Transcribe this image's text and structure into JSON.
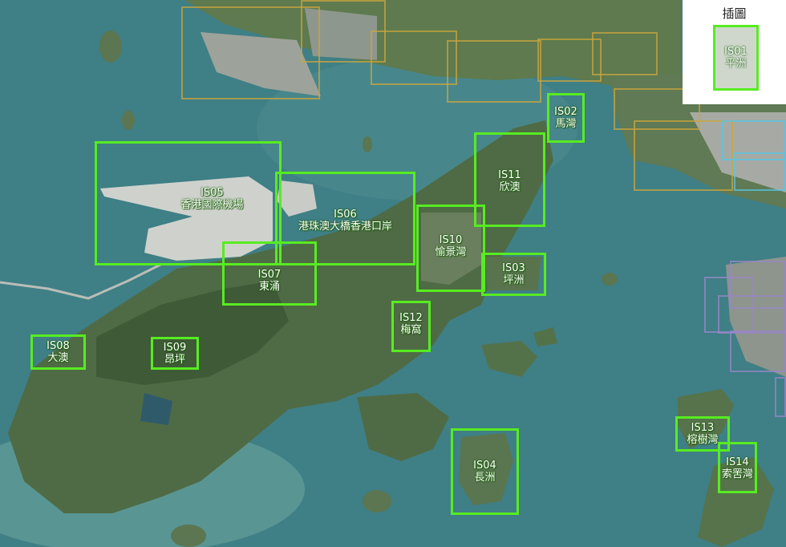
{
  "inset": {
    "title": "插圖"
  },
  "colors": {
    "zone_border": "#57ec21",
    "context_gold": "#c9a43e",
    "context_cyan": "#56c6e6",
    "context_purple": "#9a86c8"
  },
  "zones": [
    {
      "code": "IS01",
      "name": "平洲"
    },
    {
      "code": "IS02",
      "name": "馬灣"
    },
    {
      "code": "IS03",
      "name": "坪洲"
    },
    {
      "code": "IS04",
      "name": "長洲"
    },
    {
      "code": "IS05",
      "name": "香港國際機場"
    },
    {
      "code": "IS06",
      "name": "港珠澳大橋香港口岸"
    },
    {
      "code": "IS07",
      "name": "東涌"
    },
    {
      "code": "IS08",
      "name": "大澳"
    },
    {
      "code": "IS09",
      "name": "昂坪"
    },
    {
      "code": "IS10",
      "name": "愉景灣"
    },
    {
      "code": "IS11",
      "name": "欣澳"
    },
    {
      "code": "IS12",
      "name": "梅窩"
    },
    {
      "code": "IS13",
      "name": "榕樹灣"
    },
    {
      "code": "IS14",
      "name": "索罟灣"
    }
  ]
}
